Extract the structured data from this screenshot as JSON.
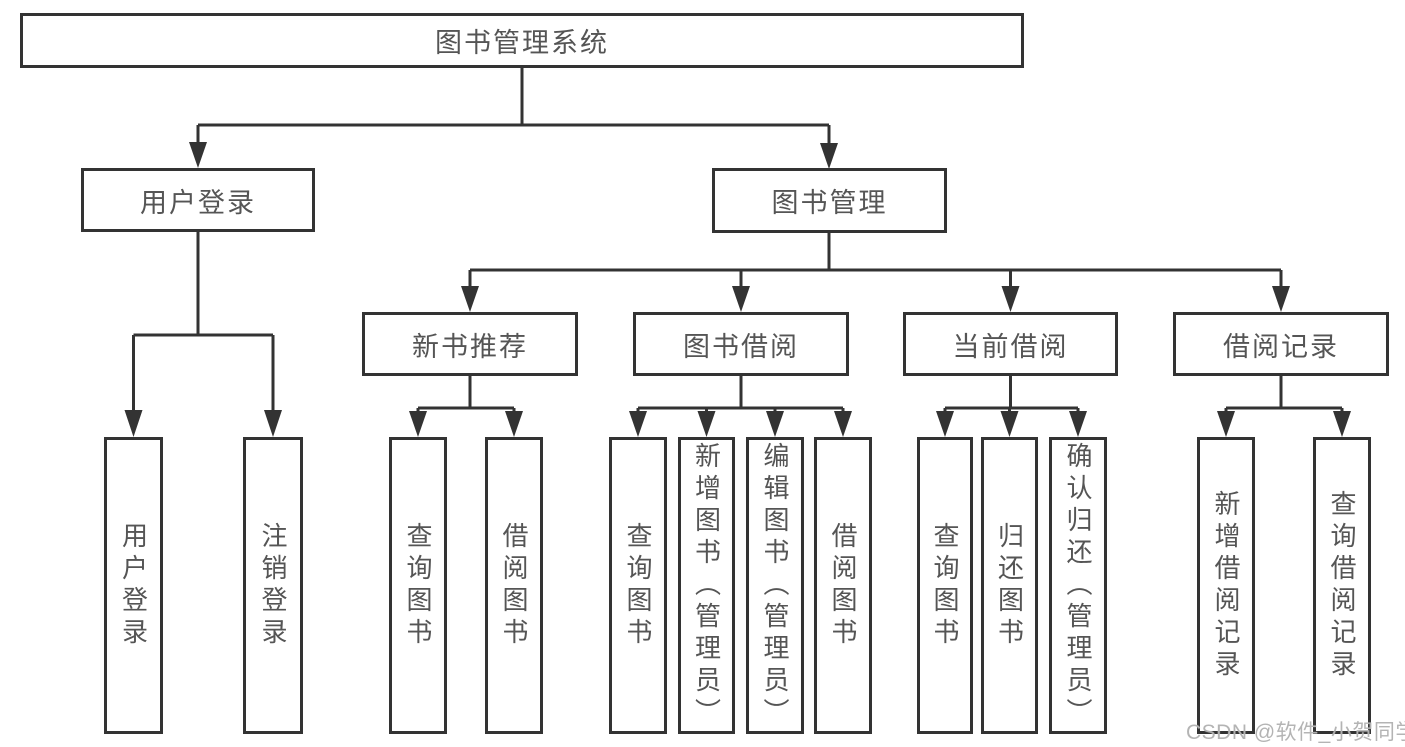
{
  "tree": {
    "root": {
      "label": "图书管理系统"
    },
    "branches": [
      {
        "label": "用户登录",
        "children": [
          {
            "label": "用户登录"
          },
          {
            "label": "注销登录"
          }
        ]
      },
      {
        "label": "图书管理",
        "sections": [
          {
            "label": "新书推荐",
            "children": [
              {
                "label": "查询图书"
              },
              {
                "label": "借阅图书"
              }
            ]
          },
          {
            "label": "图书借阅",
            "children": [
              {
                "label": "查询图书"
              },
              {
                "label": "新增图书（管理员）"
              },
              {
                "label": "编辑图书（管理员）"
              },
              {
                "label": "借阅图书"
              }
            ]
          },
          {
            "label": "当前借阅",
            "children": [
              {
                "label": "查询图书"
              },
              {
                "label": "归还图书"
              },
              {
                "label": "确认归还（管理员）"
              }
            ]
          },
          {
            "label": "借阅记录",
            "children": [
              {
                "label": "新增借阅记录"
              },
              {
                "label": "查询借阅记录"
              }
            ]
          }
        ]
      }
    ]
  },
  "watermark": {
    "text": "CSDN @软件_小贺同学"
  },
  "colors": {
    "line": "#333333",
    "box_border": "#333333",
    "text": "#555555",
    "watermark": "#b0b0b0",
    "background": "#ffffff"
  }
}
